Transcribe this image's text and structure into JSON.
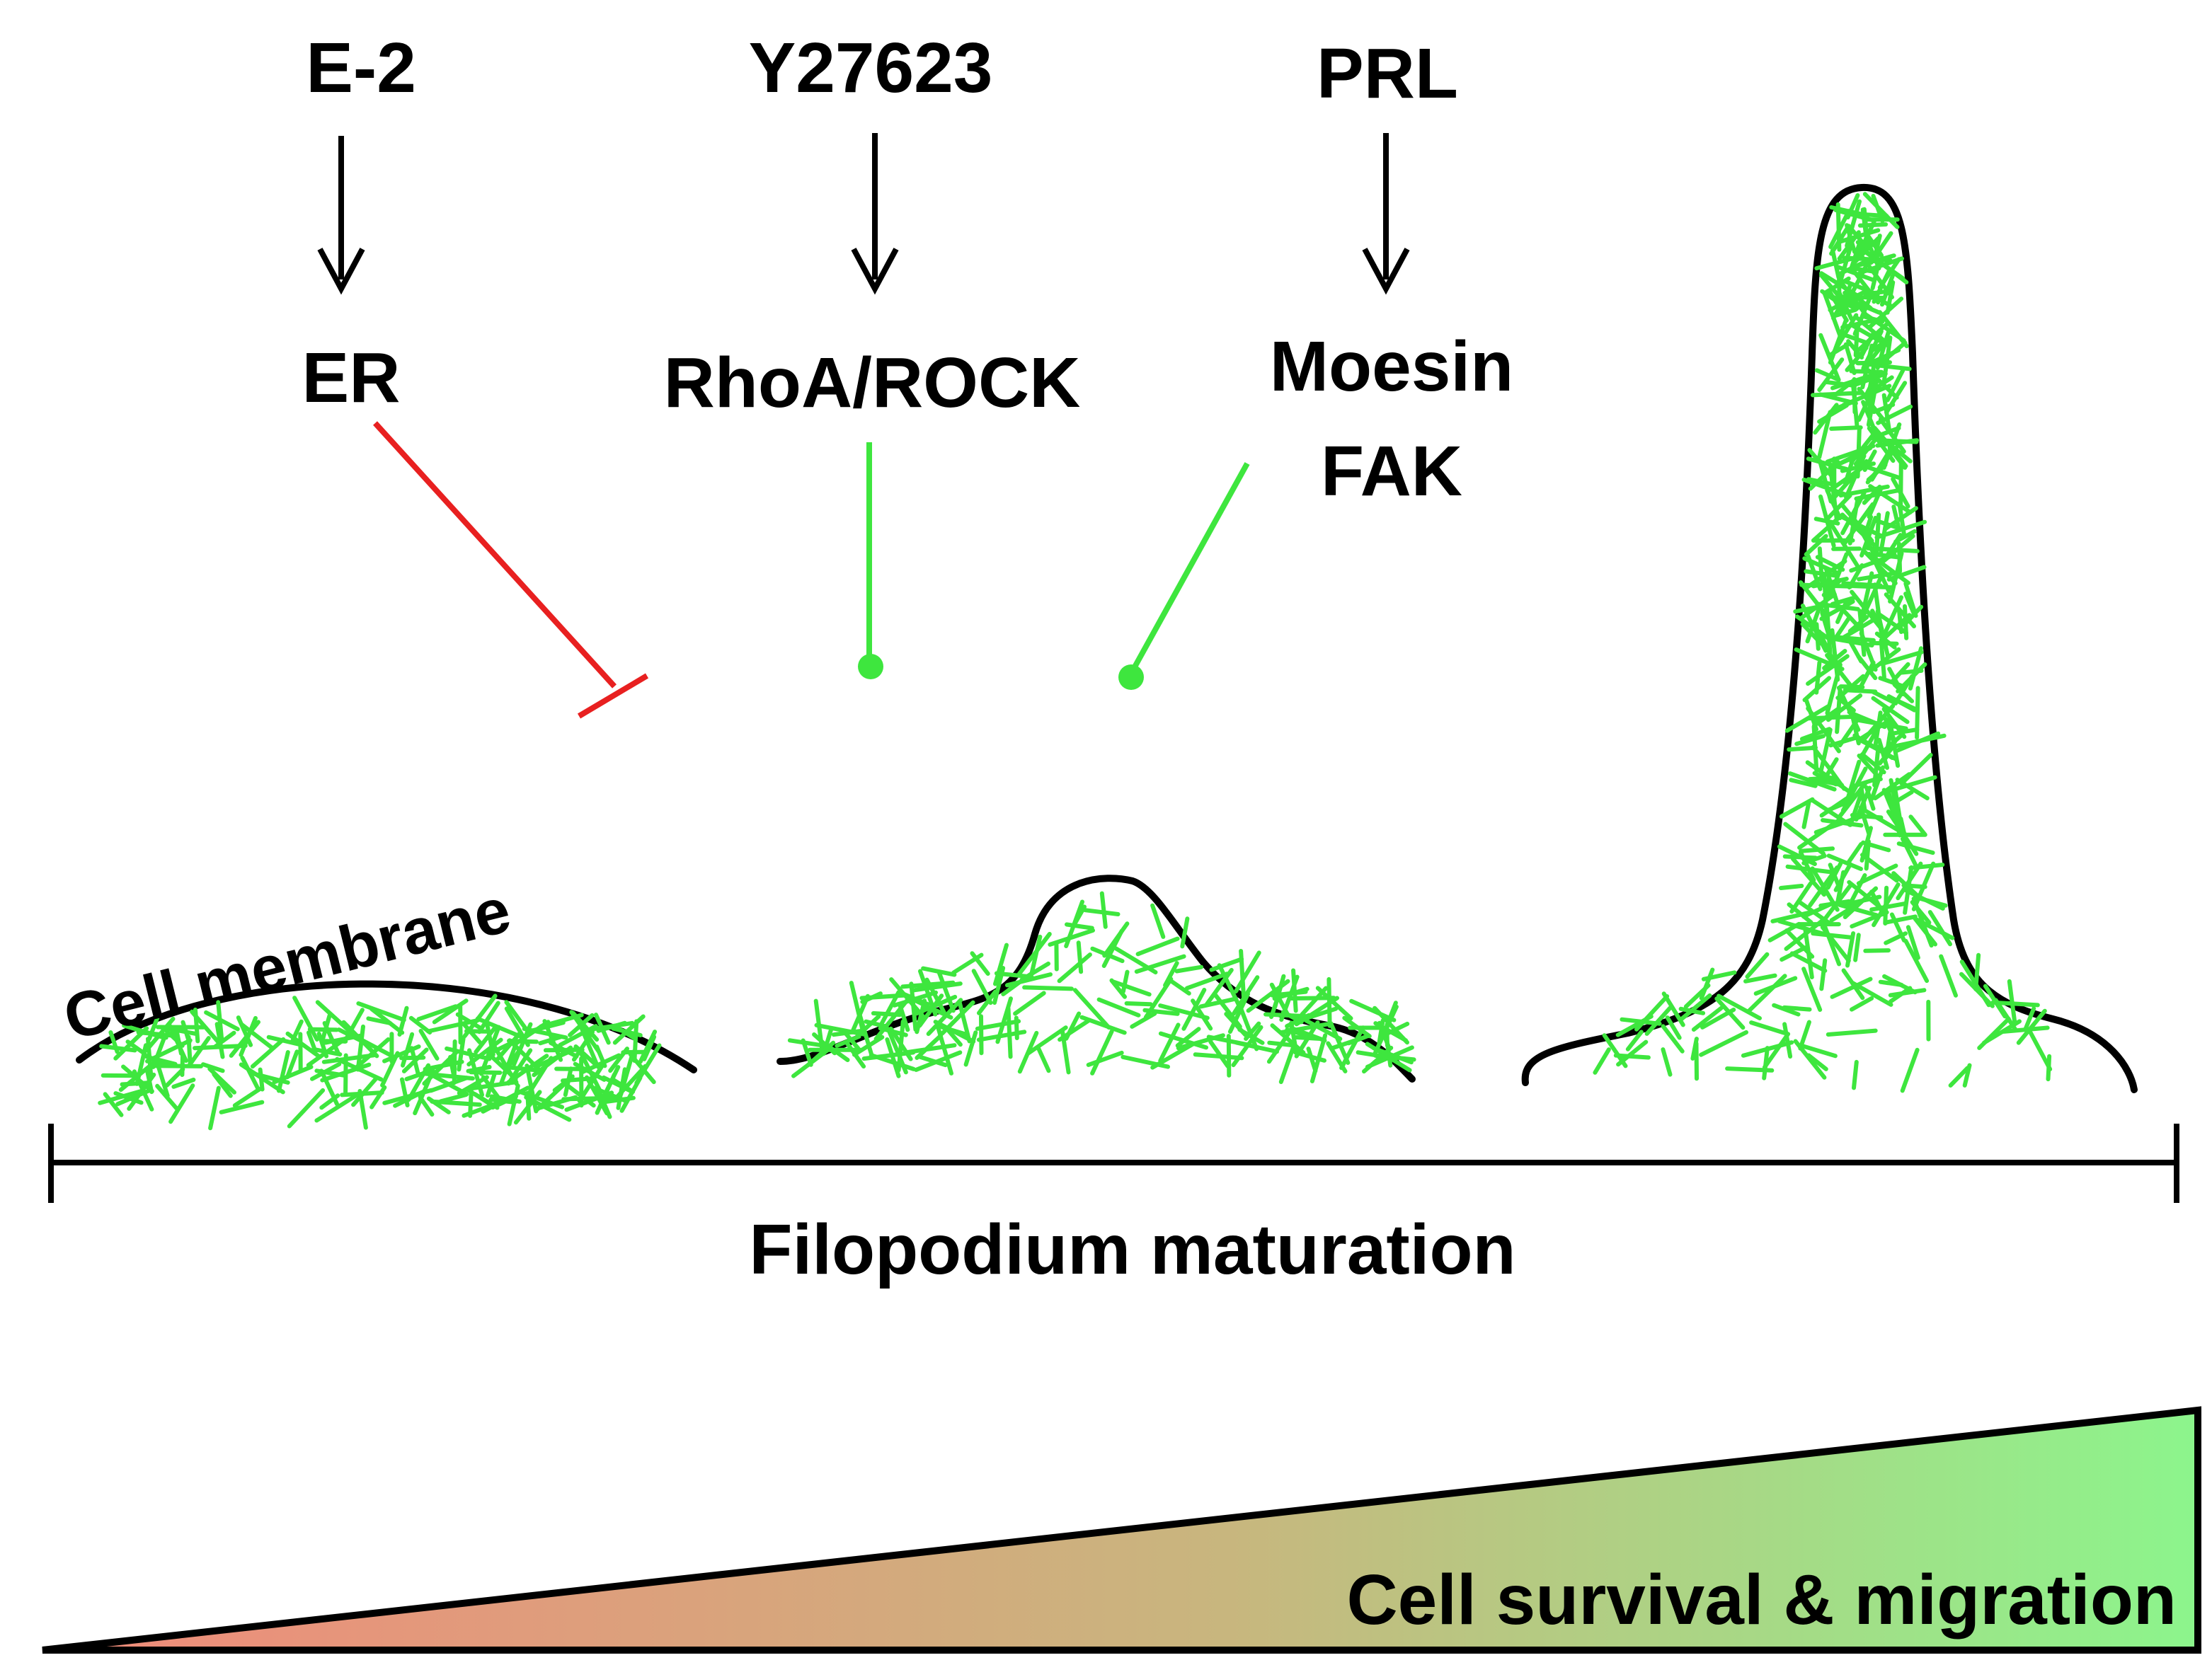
{
  "labels": {
    "stimulus_1": "E-2",
    "stimulus_2": "Y27623",
    "stimulus_3": "PRL",
    "target_1": "ER",
    "target_2": "RhoA/ROCK",
    "target_3_line1": "Moesin",
    "target_3_line2": "FAK",
    "membrane": "Cell membrane",
    "axis": "Filopodium maturation",
    "gradient": "Cell survival & migration"
  },
  "colors": {
    "inhibition": "#e82020",
    "activation": "#3ee63e",
    "actin": "#3ee63e",
    "outline": "#000000",
    "gradient_start": "#f08a7a",
    "gradient_end": "#8cf58c"
  }
}
